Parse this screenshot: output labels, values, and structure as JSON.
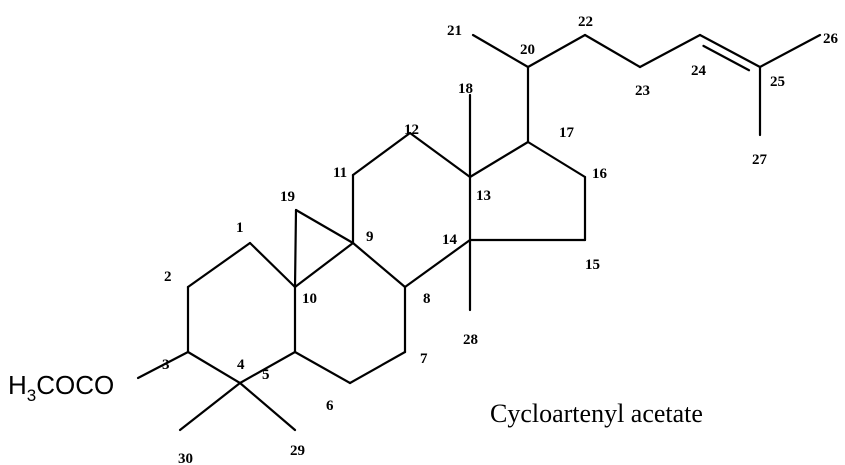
{
  "molecule": {
    "name": "Cycloartenyl acetate",
    "substituent": {
      "prefix": "H",
      "subscript": "3",
      "suffix": "COCO"
    },
    "atom_numbers": [
      "1",
      "2",
      "3",
      "4",
      "5",
      "6",
      "7",
      "8",
      "9",
      "10",
      "11",
      "12",
      "13",
      "14",
      "15",
      "16",
      "17",
      "18",
      "19",
      "20",
      "21",
      "22",
      "23",
      "24",
      "25",
      "26",
      "27",
      "28",
      "29",
      "30"
    ]
  },
  "colors": {
    "ink": "#000000",
    "background": "#ffffff"
  }
}
